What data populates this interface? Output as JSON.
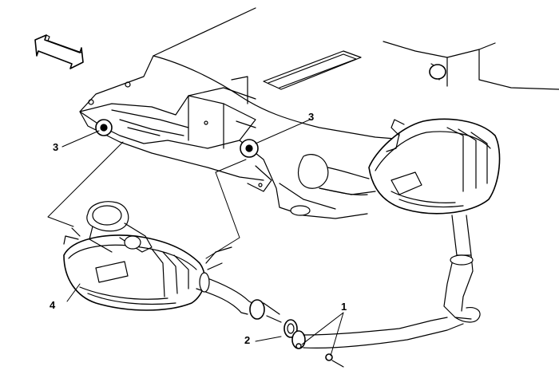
{
  "callouts": [
    {
      "id": "1",
      "label": "1"
    },
    {
      "id": "2",
      "label": "2"
    },
    {
      "id": "3a",
      "label": "3"
    },
    {
      "id": "3b",
      "label": "3"
    },
    {
      "id": "4",
      "label": "4"
    }
  ],
  "colors": {
    "line": "#000000",
    "fill": "#ffffff",
    "shade": "#e6e6e6"
  },
  "icons": {
    "direction": "front-direction-arrow-icon"
  }
}
